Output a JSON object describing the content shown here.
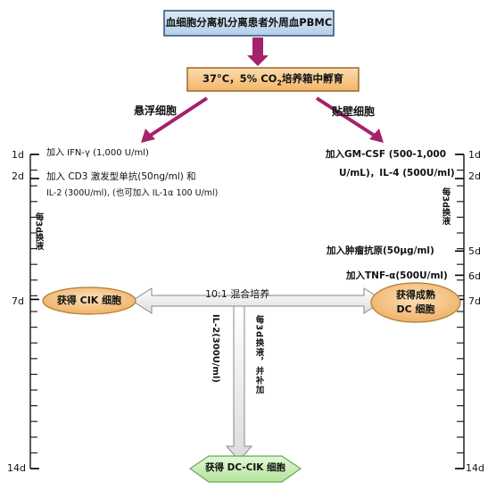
{
  "top_box": {
    "label": "血细胞分离机分离患者外周血PBMC"
  },
  "incubate_box": {
    "label_pre": "37°C，5% CO",
    "label_sub": "2",
    "label_post": "培养箱中孵育"
  },
  "branch_left": "悬浮细胞",
  "branch_right": "贴壁细胞",
  "left_axis": {
    "ticks": [
      {
        "label": "1d",
        "day": 1
      },
      {
        "label": "2d",
        "day": 2
      },
      {
        "label": "7d",
        "day": 7
      },
      {
        "label": "14d",
        "day": 14
      }
    ]
  },
  "right_axis": {
    "ticks": [
      {
        "label": "1d",
        "day": 1
      },
      {
        "label": "2d",
        "day": 2
      },
      {
        "label": "5d",
        "day": 5
      },
      {
        "label": "6d",
        "day": 6
      },
      {
        "label": "7d",
        "day": 7
      },
      {
        "label": "14d",
        "day": 14
      }
    ]
  },
  "left_steps": {
    "s1": "加入 IFN-γ (1,000 U/ml)",
    "s2a": "加入 CD3 激发型单抗(50ng/ml) 和",
    "s2b": "IL-2 (300U/ml), (也可加入 IL-1α 100 U/ml)",
    "change": "每3d换液"
  },
  "right_steps": {
    "s1a": "加入GM-CSF (500-1,000",
    "s1b": "U/mL)，IL-4 (500U/ml)",
    "change": "每3d换液",
    "s5": "加入肿瘤抗原(50μg/ml)",
    "s6": "加入TNF-α(500U/ml)"
  },
  "cik": "获得 CIK 细胞",
  "dc": {
    "line1": "获得成熟",
    "line2": "DC 细胞"
  },
  "mix": "10:1 混合培养",
  "center_il2": "IL-2(300U/ml)",
  "center_change": "每3d换液，并补加",
  "final": "获得 DC-CIK 细胞",
  "colors": {
    "top_fill": "#c6dcf0",
    "top_border": "#2f4f7a",
    "incubate_fill": "#f6c98a",
    "incubate_border": "#9b6a2a",
    "arrow_maroon": "#a3226a",
    "ellipse_fill": "#f3c07d",
    "ellipse_border": "#b07a33",
    "diamond_fill": "#c9efb9",
    "diamond_border": "#6aa85a"
  }
}
